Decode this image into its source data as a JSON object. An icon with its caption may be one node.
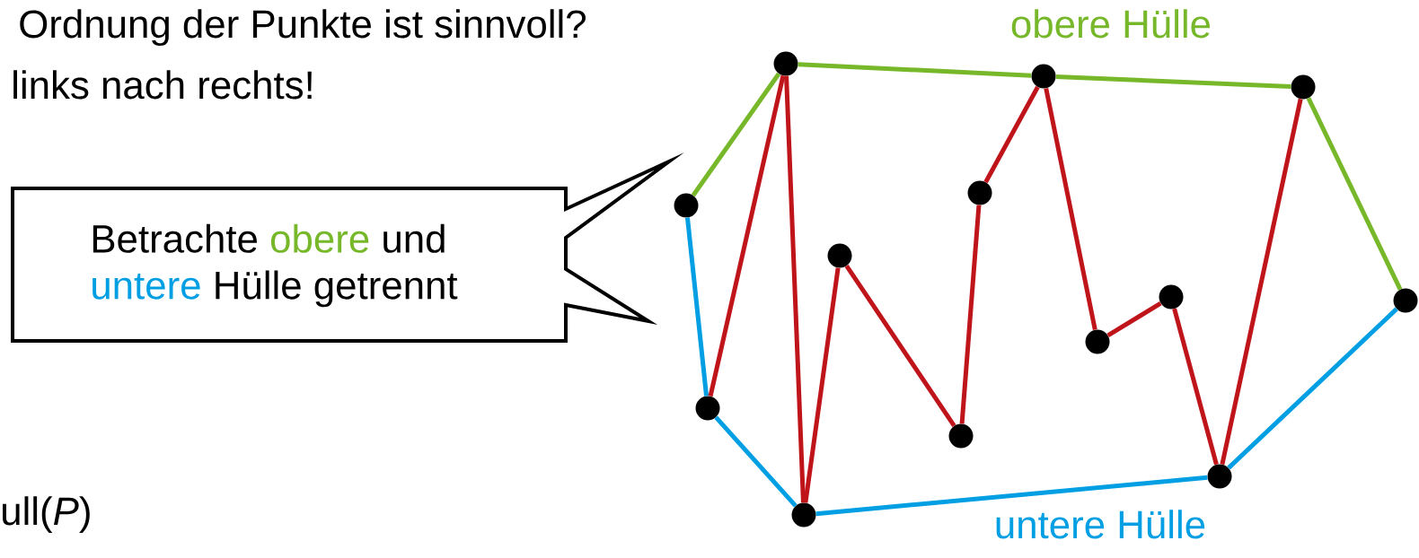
{
  "diagram": {
    "nodes": [
      {
        "text": [
          "Betrachte",
          "obere",
          "und",
          "untere",
          "Hülle getrennt"
        ]
      },
      {
        "text": [],
        "shape": "circle"
      },
      {
        "text": [],
        "shape": "circle"
      },
      {
        "text": [],
        "shape": "circle"
      },
      {
        "text": [],
        "shape": "circle"
      },
      {
        "text": [],
        "shape": "circle"
      },
      {
        "text": [],
        "shape": "circle"
      },
      {
        "text": [],
        "shape": "circle"
      },
      {
        "text": [],
        "shape": "circle"
      },
      {
        "text": [],
        "shape": "circle"
      },
      {
        "text": [],
        "shape": "circle"
      },
      {
        "text": [],
        "shape": "circle"
      },
      {
        "text": [],
        "shape": "circle"
      },
      {
        "text": [],
        "shape": "circle"
      }
    ],
    "edges": [
      {
        "from": 5,
        "to": 1,
        "arrow": "none",
        "color": "#77b82a"
      },
      {
        "from": 1,
        "to": 2,
        "arrow": "none",
        "color": "#77b82a"
      },
      {
        "from": 2,
        "to": 3,
        "arrow": "none",
        "color": "#77b82a"
      },
      {
        "from": 3,
        "to": 8,
        "arrow": "none",
        "color": "#77b82a"
      },
      {
        "from": 5,
        "to": 10,
        "arrow": "none",
        "color": "#009fe3"
      },
      {
        "from": 10,
        "to": 13,
        "arrow": "none",
        "color": "#009fe3"
      },
      {
        "from": 13,
        "to": 12,
        "arrow": "none",
        "color": "#009fe3"
      },
      {
        "from": 12,
        "to": 8,
        "arrow": "none",
        "color": "#009fe3"
      },
      {
        "from": 1,
        "to": 10,
        "arrow": "none"
      },
      {
        "from": 1,
        "to": 13,
        "arrow": "none"
      },
      {
        "from": 13,
        "to": 6,
        "arrow": "none"
      },
      {
        "from": 6,
        "to": 11,
        "arrow": "none"
      },
      {
        "from": 11,
        "to": 4,
        "arrow": "none"
      },
      {
        "from": 4,
        "to": 2,
        "arrow": "none"
      },
      {
        "from": 2,
        "to": 9,
        "arrow": "none"
      },
      {
        "from": 9,
        "to": 7,
        "arrow": "none"
      },
      {
        "from": 7,
        "to": 12,
        "arrow": "none"
      },
      {
        "from": 12,
        "to": 3,
        "arrow": "none"
      }
    ],
    "labels": [
      "Ordnung der Punkte ist sinnvoll?",
      "links nach rechts!",
      "obere Hülle",
      "untere Hülle",
      "ull(*P*)"
    ]
  }
}
